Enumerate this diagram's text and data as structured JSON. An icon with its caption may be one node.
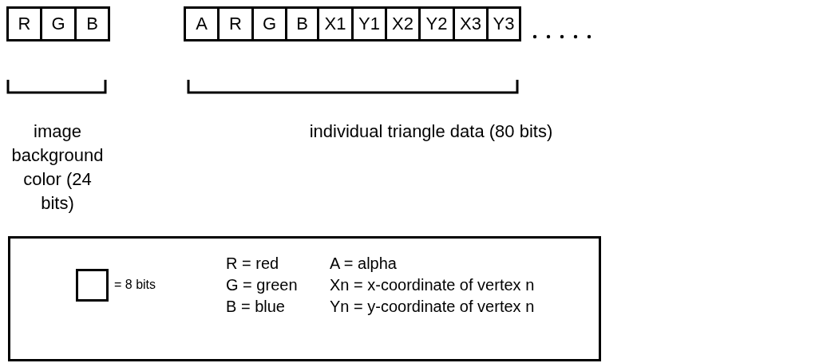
{
  "diagram": {
    "nodes": [
      {
        "text": [
          "R"
        ]
      },
      {
        "text": [
          "G"
        ]
      },
      {
        "text": [
          "B"
        ]
      },
      {
        "text": [
          "A"
        ]
      },
      {
        "text": [
          "R"
        ]
      },
      {
        "text": [
          "G"
        ]
      },
      {
        "text": [
          "B"
        ]
      },
      {
        "text": [
          "X1"
        ]
      },
      {
        "text": [
          "Y1"
        ]
      },
      {
        "text": [
          "X2"
        ]
      },
      {
        "text": [
          "Y2"
        ]
      },
      {
        "text": [
          "X3"
        ]
      },
      {
        "text": [
          "Y3"
        ]
      },
      {
        "text": [
          "R = red",
          "G = green",
          "B = blue",
          "A = alpha",
          "Xn = x-coordinate of vertex n",
          "Yn = y-coordinate of vertex n"
        ]
      },
      {
        "text": [],
        "shape": "box",
        "in": 13,
        "beside": [
          "= 8 bits"
        ]
      }
    ],
    "edges": [],
    "labels": [
      "image background color (24 bits)",
      "individual triangle data (80 bits)"
    ]
  }
}
